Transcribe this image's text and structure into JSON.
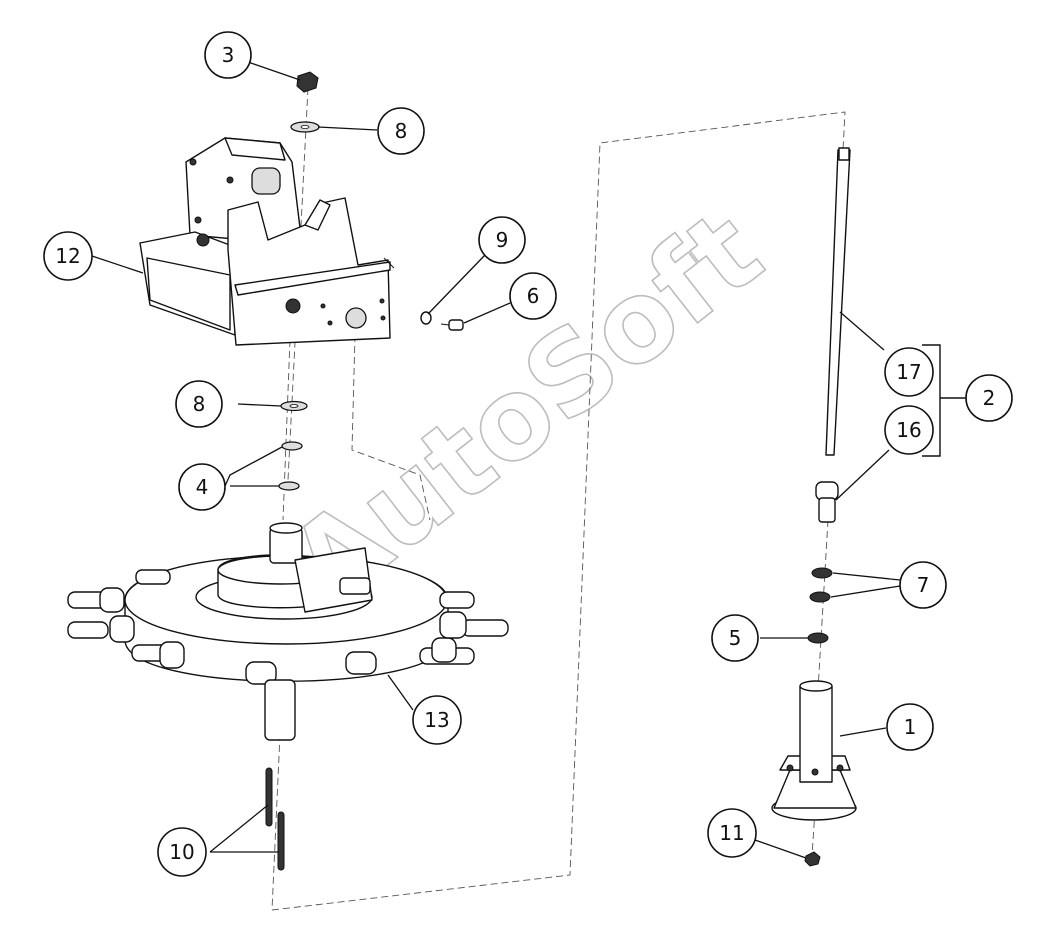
{
  "watermark": "AutoSoft",
  "callouts": [
    {
      "id": "c3",
      "label": "3"
    },
    {
      "id": "c8a",
      "label": "8"
    },
    {
      "id": "c12",
      "label": "12"
    },
    {
      "id": "c9",
      "label": "9"
    },
    {
      "id": "c6",
      "label": "6"
    },
    {
      "id": "c8b",
      "label": "8"
    },
    {
      "id": "c4",
      "label": "4"
    },
    {
      "id": "c17",
      "label": "17"
    },
    {
      "id": "c2",
      "label": "2"
    },
    {
      "id": "c16",
      "label": "16"
    },
    {
      "id": "c7",
      "label": "7"
    },
    {
      "id": "c5",
      "label": "5"
    },
    {
      "id": "c13",
      "label": "13"
    },
    {
      "id": "c1",
      "label": "1"
    },
    {
      "id": "c10",
      "label": "10"
    },
    {
      "id": "c11",
      "label": "11"
    }
  ]
}
